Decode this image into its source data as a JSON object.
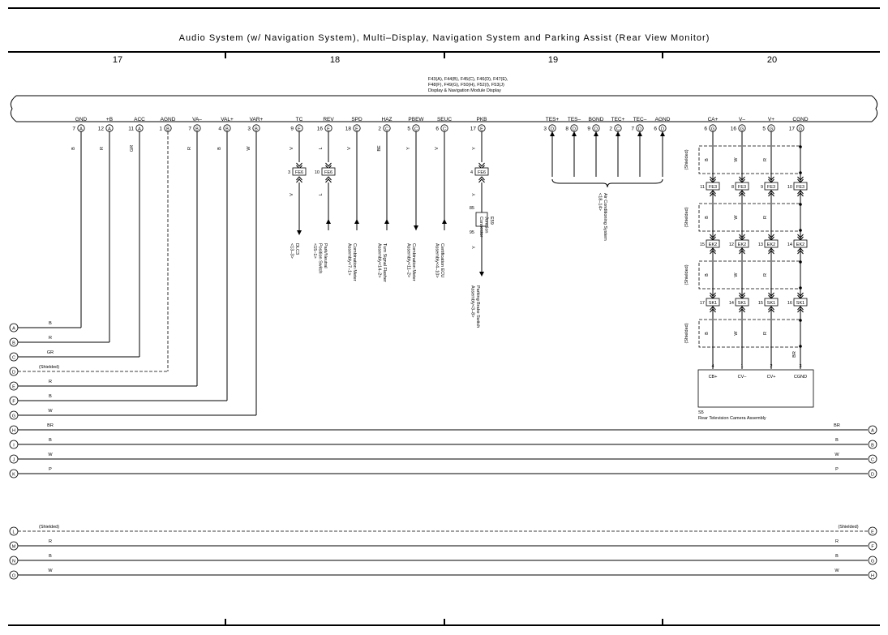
{
  "title": "Audio System (w/ Navigation System),  Multi–Display,  Navigation System and Parking Assist (Rear View Monitor)",
  "sections": [
    "17",
    "18",
    "19",
    "20"
  ],
  "module": {
    "connectors": "F43(A), F44(B), F45(C), F46(D), F47(E),",
    "connectors2": "F48(F), F49(G), F50(H), F52(I), F53(J)",
    "name": "Display & Navigation Module Display"
  },
  "terminals": [
    {
      "name": "GND",
      "pin": "7",
      "conn": "A",
      "wire": "B"
    },
    {
      "name": "+B",
      "pin": "12",
      "conn": "A",
      "wire": "R"
    },
    {
      "name": "ACC",
      "pin": "11",
      "conn": "A",
      "wire": "GR"
    },
    {
      "name": "AGND",
      "pin": "1",
      "conn": "B",
      "wire": ""
    },
    {
      "name": "VA–",
      "pin": "7",
      "conn": "B",
      "wire": "R"
    },
    {
      "name": "VAL+",
      "pin": "4",
      "conn": "B",
      "wire": "B"
    },
    {
      "name": "VAR+",
      "pin": "3",
      "conn": "B",
      "wire": "W"
    },
    {
      "name": "TC",
      "pin": "9",
      "conn": "E",
      "wire": "V"
    },
    {
      "name": "REV",
      "pin": "16",
      "conn": "E",
      "wire": "L"
    },
    {
      "name": "SPD",
      "pin": "18",
      "conn": "E",
      "wire": "V"
    },
    {
      "name": "HAZ",
      "pin": "2",
      "conn": "C",
      "wire": "BE"
    },
    {
      "name": "PBEW",
      "pin": "5",
      "conn": "C",
      "wire": "Y"
    },
    {
      "name": "SEUC",
      "pin": "6",
      "conn": "C",
      "wire": "V"
    },
    {
      "name": "PKB",
      "pin": "17",
      "conn": "E",
      "wire": "Y"
    },
    {
      "name": "TES+",
      "pin": "3",
      "conn": "D",
      "wire": ""
    },
    {
      "name": "TES–",
      "pin": "8",
      "conn": "D",
      "wire": ""
    },
    {
      "name": "BGND",
      "pin": "9",
      "conn": "D",
      "wire": ""
    },
    {
      "name": "TEC+",
      "pin": "2",
      "conn": "C",
      "wire": ""
    },
    {
      "name": "TEC–",
      "pin": "7",
      "conn": "D",
      "wire": ""
    },
    {
      "name": "AGND",
      "pin": "6",
      "conn": "D",
      "wire": ""
    },
    {
      "name": "CA+",
      "pin": "6",
      "conn": "G",
      "wire": "B"
    },
    {
      "name": "V–",
      "pin": "16",
      "conn": "G",
      "wire": "W"
    },
    {
      "name": "V+",
      "pin": "5",
      "conn": "G",
      "wire": "R"
    },
    {
      "name": "CGND",
      "pin": "17",
      "conn": "G",
      "wire": ""
    }
  ],
  "junctions": {
    "fe6": [
      {
        "pin": "3",
        "label": "FE6",
        "wire": "V"
      },
      {
        "pin": "10",
        "label": "FE6",
        "wire": "L"
      },
      {
        "pin": "4",
        "label": "FE6",
        "wire": "Y"
      }
    ],
    "fe3": [
      {
        "pin": "11",
        "label": "FE3"
      },
      {
        "pin": "8",
        "label": "FE3"
      },
      {
        "pin": "9",
        "label": "FE3"
      },
      {
        "pin": "10",
        "label": "FE3"
      }
    ],
    "ek2": [
      {
        "pin": "15",
        "label": "EK2"
      },
      {
        "pin": "12",
        "label": "EK2"
      },
      {
        "pin": "13",
        "label": "EK2"
      },
      {
        "pin": "14",
        "label": "EK2"
      }
    ],
    "sk1": [
      {
        "pin": "17",
        "label": "SK1"
      },
      {
        "pin": "14",
        "label": "SK1"
      },
      {
        "pin": "15",
        "label": "SK1"
      },
      {
        "pin": "16",
        "label": "SK1"
      }
    ]
  },
  "shielded": "(Shielded)",
  "camera_wires": [
    "B",
    "W",
    "R"
  ],
  "destinations": {
    "dlc3": "DLC3\n<13–3>",
    "park": "Park/Neutral\nPosition Switch\n<15–1>",
    "meter1": "Combination Meter\nAssembly<7–1>",
    "flasher": "Turn Signal Flasher\nAssembly<14–2>",
    "meter2": "Combination Meter\nAssembly<11–2>",
    "cert": "Certification ECU\nAssembly<4–10>",
    "pbrake": "Parking Brake Switch\nAssembly<3–8>",
    "ac": "Air Conditioning System\n<18–14>"
  },
  "e59": {
    "label": "E59\nJunction\nConnector",
    "pin_top": "85",
    "pin_bot": "95"
  },
  "camera": {
    "code": "S5",
    "name": "Rear Television Camera Assembly",
    "pins": [
      {
        "pin": "4",
        "name": "CB+"
      },
      {
        "pin": "1",
        "name": "CV–"
      },
      {
        "pin": "2",
        "name": "CV+"
      },
      {
        "pin": "3",
        "name": "CGND"
      }
    ],
    "ground_wire": "BR"
  },
  "left_bus": [
    {
      "letter": "A",
      "wire": "B"
    },
    {
      "letter": "B",
      "wire": "R"
    },
    {
      "letter": "C",
      "wire": "GR"
    },
    {
      "letter": "D",
      "wire": "(Shielded)"
    },
    {
      "letter": "E",
      "wire": "R"
    },
    {
      "letter": "F",
      "wire": "B"
    },
    {
      "letter": "G",
      "wire": "W"
    }
  ],
  "through_bus": [
    {
      "left": "H",
      "wire": "BR",
      "right": "A",
      "wire_r": "BR"
    },
    {
      "left": "I",
      "wire": "B",
      "right": "B",
      "wire_r": "B"
    },
    {
      "left": "J",
      "wire": "W",
      "right": "C",
      "wire_r": "W"
    },
    {
      "left": "K",
      "wire": "P",
      "right": "D",
      "wire_r": "P"
    }
  ],
  "lower_bus": [
    {
      "left": "L",
      "wire": "(Shielded)",
      "right": "E",
      "wire_r": "(Shielded)"
    },
    {
      "left": "M",
      "wire": "R",
      "right": "F",
      "wire_r": "R"
    },
    {
      "left": "N",
      "wire": "B",
      "right": "G",
      "wire_r": "B"
    },
    {
      "left": "O",
      "wire": "W",
      "right": "H",
      "wire_r": "W"
    }
  ]
}
